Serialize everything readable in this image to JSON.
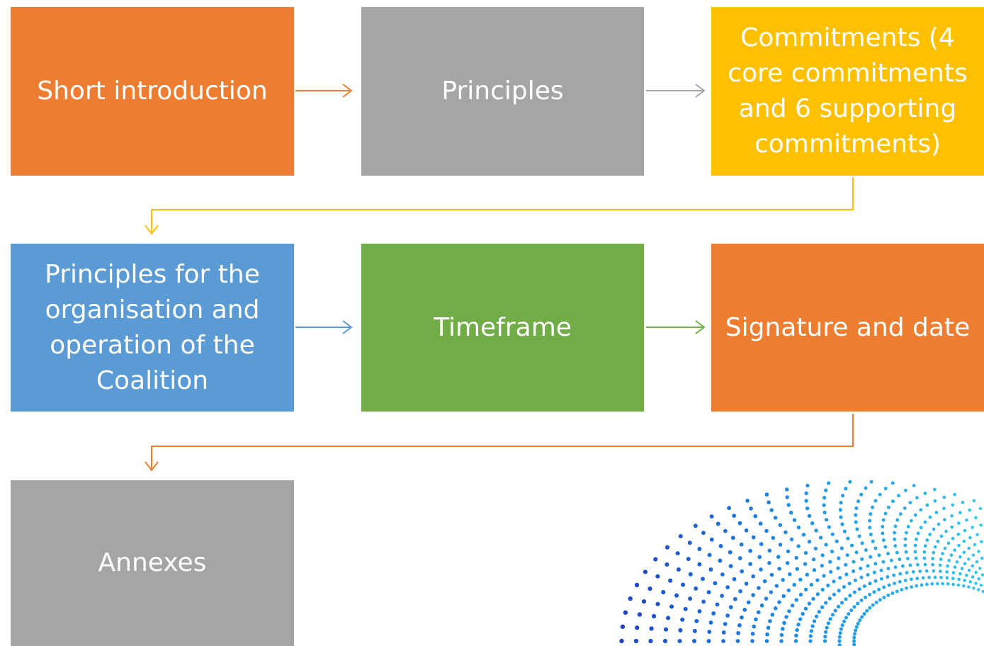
{
  "boxes": [
    {
      "label": "Short introduction",
      "color": "#ED7D31"
    },
    {
      "label": "Principles",
      "color": "#A5A5A5"
    },
    {
      "label": "Commitments (4 core commitments and 6 supporting commitments)",
      "color": "#FFC000"
    },
    {
      "label": "Principles for the organisation and operation of the Coalition",
      "color": "#5B9BD5"
    },
    {
      "label": "Timeframe",
      "color": "#70AD47"
    },
    {
      "label": "Signature and date",
      "color": "#ED7D31"
    },
    {
      "label": "Annexes",
      "color": "#A5A5A5"
    }
  ],
  "connector_colors": {
    "intro_to_principles": "#ED7D31",
    "principles_to_commitments": "#A5A5A5",
    "commitments_to_org": "#FFC000",
    "org_to_timeframe": "#5B9BD5",
    "timeframe_to_signature": "#70AD47",
    "signature_to_annexes": "#ED7D31"
  },
  "decoration": {
    "icon": "dotted-globe",
    "colors": [
      "#1E3FC8",
      "#1E90E6",
      "#30C8EE"
    ]
  }
}
